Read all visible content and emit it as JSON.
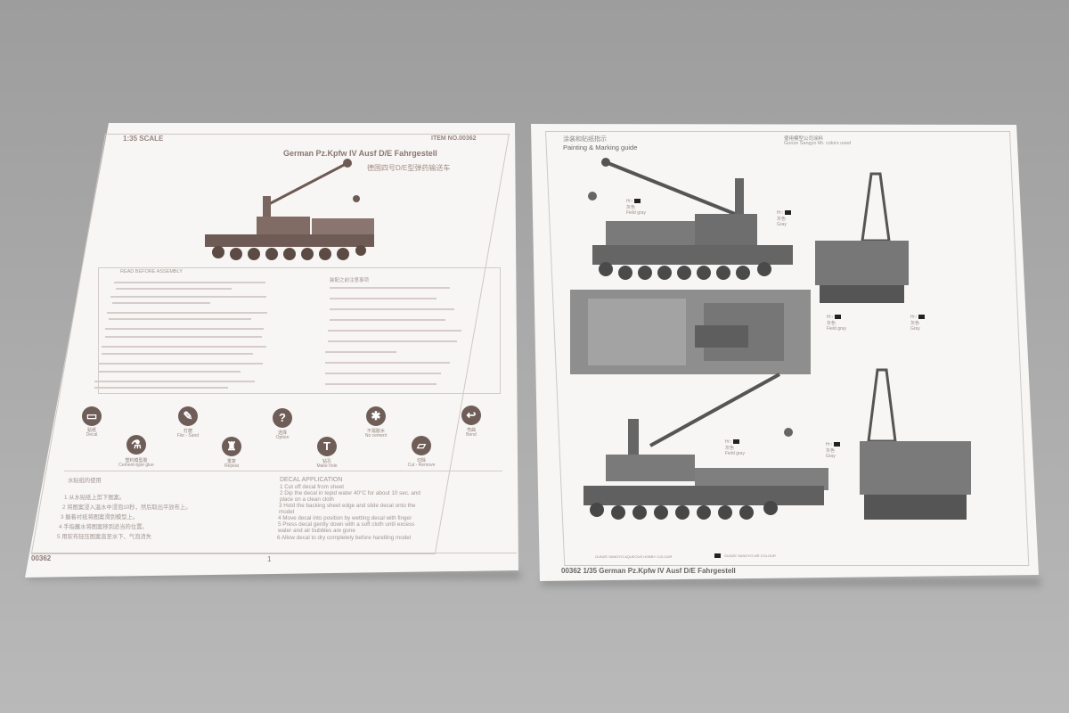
{
  "left_page": {
    "scale": "1:35 SCALE",
    "item_no": "ITEM NO.00362",
    "title": "German  Pz.Kpfw IV Ausf D/E Fahrgestell",
    "title_cn": "德国四号D/E型弹药输送车",
    "warning_heading": "READ BEFORE ASSEMBLY",
    "notes_heading_cn": "装配之前注意事项",
    "icons": [
      {
        "name": "decal",
        "glyph": "▭",
        "label_cn": "贴纸",
        "label": "Decal"
      },
      {
        "name": "file-sand",
        "glyph": "✎",
        "label_cn": "打磨",
        "label": "File - Sand"
      },
      {
        "name": "option",
        "glyph": "?",
        "label_cn": "选择",
        "label": "Option"
      },
      {
        "name": "no-cement",
        "glyph": "✱",
        "label_cn": "不需胶水",
        "label": "No cement"
      },
      {
        "name": "bend",
        "glyph": "↩",
        "label_cn": "弯曲",
        "label": "Bend"
      },
      {
        "name": "cement-type-glue",
        "glyph": "⚗",
        "label_cn": "塑料模型胶",
        "label": "Cement-type glue"
      },
      {
        "name": "repeat",
        "glyph": "♜",
        "label_cn": "重复",
        "label": "Repeat"
      },
      {
        "name": "make-hole",
        "glyph": "T",
        "label_cn": "钻孔",
        "label": "Make hole"
      },
      {
        "name": "cut-remove",
        "glyph": "▱",
        "label_cn": "切除",
        "label": "Cut - Remove"
      }
    ],
    "decal_cn_heading": "水贴纸的使用",
    "decal_cn_steps": [
      "1  从水贴纸上剪下图案。",
      "2  将图案浸入温水中浸泡10秒，然后取出平放布上。",
      "3  握着衬纸将图案滑到模型上。",
      "4  手指蘸水将图案移到适当的位置。",
      "5  用软布轻压图案直至水下、气泡消失"
    ],
    "decal_heading": "DECAL APPLICATION",
    "decal_steps": [
      "1  Cut off decal from sheet",
      "2  Dip the decal in tepid water 40°C for about 10 sec. and",
      "    place on a clean cloth",
      "3  Hold the backing sheet edge and slide decal onto the",
      "    model",
      "4  Move decal into position by wetting decal with finger",
      "5  Press decal gently down with a soft cloth until excess",
      "    water and air bubbles are gone",
      "6  Allow decal to dry completely before handling model"
    ],
    "footer_item": "00362",
    "page_number": "1"
  },
  "right_page": {
    "title_cn": "涂装和贴纸指示",
    "title": "Painting & Marking guide",
    "colors_cn": "使用模型公司涂料",
    "colors_note": "Gunze Sangyo Mr. colors used",
    "callouts": [
      {
        "code": "H□",
        "label_cn": "灰色",
        "label": "Field gray"
      },
      {
        "code": "H□",
        "label_cn": "灰色",
        "label": "Gray"
      },
      {
        "code": "H□",
        "label_cn": "灰色",
        "label": "Field gray"
      },
      {
        "code": "H□",
        "label_cn": "灰色",
        "label": "Gray"
      },
      {
        "code": "H□",
        "label_cn": "灰色",
        "label": "Field gray"
      },
      {
        "code": "H□",
        "label_cn": "灰色",
        "label": "Gray"
      }
    ],
    "legend_left": "GUNZE SANGYO AQUEOUS HOBBY COLOUR",
    "legend_right": "GUNZE SANGYO MR COLOUR",
    "footer": "00362 1/35 German Pz.Kpfw IV Ausf D/E Fahrgestell"
  }
}
